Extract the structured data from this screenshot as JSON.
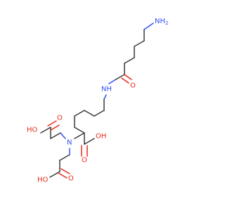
{
  "molecule": {
    "atoms": {
      "nh2": "NH",
      "nh2_sub": "2",
      "amide_nh": "NH",
      "amide_o": "O",
      "ho_top_left": "HO",
      "o_top_left": "O",
      "n_center": "N",
      "oh_right": "OH",
      "o_right": "O",
      "o_bottom_left": "O",
      "ho_bottom_left": "HO"
    },
    "colors": {
      "carbon_bond": "#3a3a3a",
      "oxygen": "#e8291c",
      "nitrogen": "#3050f8",
      "background": "#ffffff"
    }
  }
}
